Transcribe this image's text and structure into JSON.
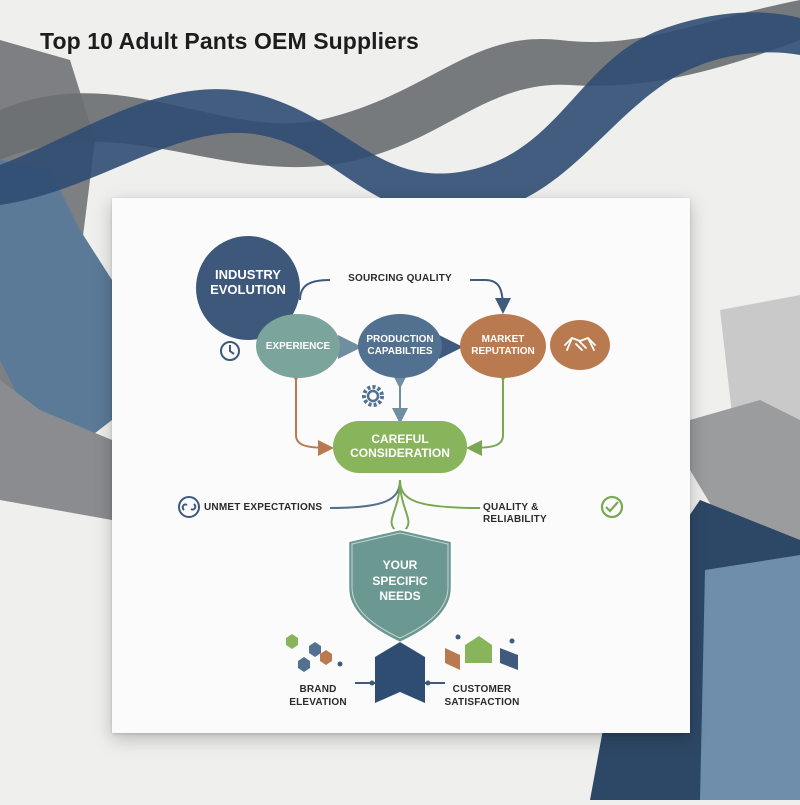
{
  "page": {
    "title": "Top 10 Adult Pants OEM Suppliers"
  },
  "diagram": {
    "nodes": {
      "industry_evolution": "Industry Evolution",
      "experience": "Experience",
      "production_capabilities": "Production Capabilties",
      "market_reputation": "Market Reputation",
      "careful_consideration": "Careful Consideration",
      "your_specific_needs": "Your Specific Needs"
    },
    "edge_labels": {
      "sourcing_quality": "Sourcing Quality",
      "unmet_expectations": "Unmet Expectations",
      "quality_reliability": "Quality & Reliability"
    },
    "outcomes": {
      "brand_elevation": "Brand Elevation",
      "customer_satisfaction": "Customer Satisfaction"
    },
    "icons": [
      "clock-icon",
      "gear-icon",
      "handshake-icon",
      "broken-link-icon",
      "checkmark-icon"
    ],
    "colors": {
      "navy": "#3f5a7d",
      "sage": "#7ba49c",
      "steel_blue": "#52708f",
      "terracotta": "#b97a4f",
      "green": "#88b45c",
      "teal_shield": "#6b9991",
      "background": "#efefee",
      "card": "#fbfbfb"
    }
  }
}
